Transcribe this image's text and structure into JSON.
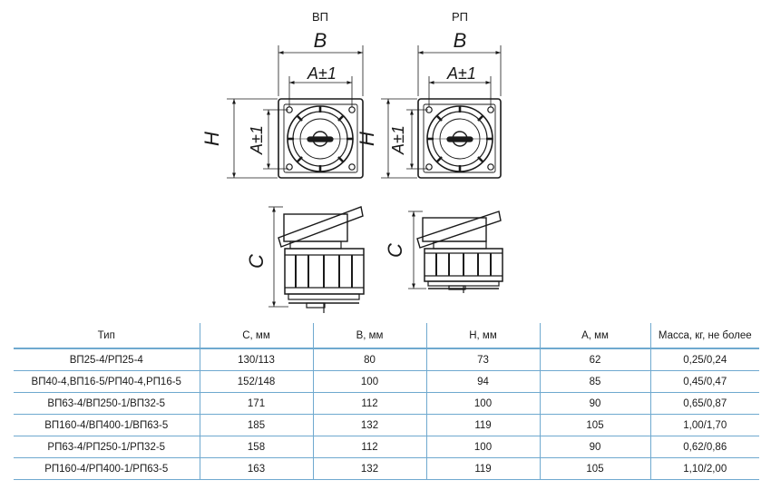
{
  "drawing": {
    "vp_title": "ВП",
    "rp_title": "РП",
    "dims": {
      "b": "B",
      "a": "A±1",
      "h": "H",
      "c": "C"
    }
  },
  "table": {
    "headers": [
      "Тип",
      "C, мм",
      "B, мм",
      "H, мм",
      "A, мм",
      "Масса, кг, не более"
    ],
    "rows": [
      [
        "ВП25-4/РП25-4",
        "130/113",
        "80",
        "73",
        "62",
        "0,25/0,24"
      ],
      [
        "ВП40-4,ВП16-5/РП40-4,РП16-5",
        "152/148",
        "100",
        "94",
        "85",
        "0,45/0,47"
      ],
      [
        "ВП63-4/ВП250-1/ВП32-5",
        "171",
        "112",
        "100",
        "90",
        "0,65/0,87"
      ],
      [
        "ВП160-4/ВП400-1/ВП63-5",
        "185",
        "132",
        "119",
        "105",
        "1,00/1,70"
      ],
      [
        "РП63-4/РП250-1/РП32-5",
        "158",
        "112",
        "100",
        "90",
        "0,62/0,86"
      ],
      [
        "РП160-4/РП400-1/РП63-5",
        "163",
        "132",
        "119",
        "105",
        "1,10/2,00"
      ]
    ]
  }
}
